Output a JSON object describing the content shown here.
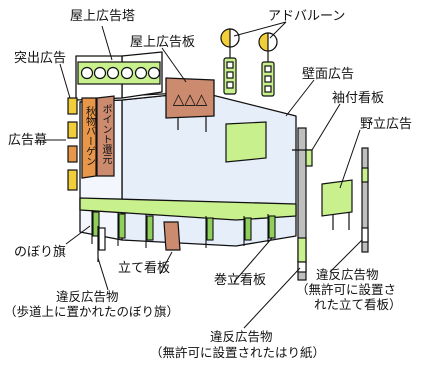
{
  "labels": {
    "rooftop_tower": "屋上広告塔",
    "rooftop_board": "屋上広告板",
    "ad_balloon": "アドバルーン",
    "projecting_sign": "突出広告",
    "wall_ad": "壁面広告",
    "attached_sign": "袖付看板",
    "banner": "広告幕",
    "field_billboard": "野立広告",
    "nobori_flag": "のぼり旗",
    "standing_sign": "立て看板",
    "wrapped_sign": "巻立看板",
    "violation_nobori_line1": "違反広告物",
    "violation_nobori_line2": "（歩道上に置かれたのぼり旗）",
    "violation_stand_line1": "違反広告物",
    "violation_stand_line2": "（無許可に設置さ",
    "violation_stand_line3": "れた立て看板）",
    "violation_paper_line1": "違反広告物",
    "violation_paper_line2": "（無許可に設置されたはり紙）"
  },
  "building_texts": {
    "banner_left": "秋物バーゲン",
    "banner_right": "ポイント還元",
    "rooftop_board_glyphs": "△△△"
  },
  "colors": {
    "accent_green": "#c8f08c",
    "building_blue": "#e6eefa",
    "orange": "#e8964a",
    "board_brown": "#cc8a6e",
    "pole_gray": "#bfbfbf",
    "yellow": "#f2cf3a",
    "flag_green": "#8fd05a",
    "outline": "#111111"
  }
}
